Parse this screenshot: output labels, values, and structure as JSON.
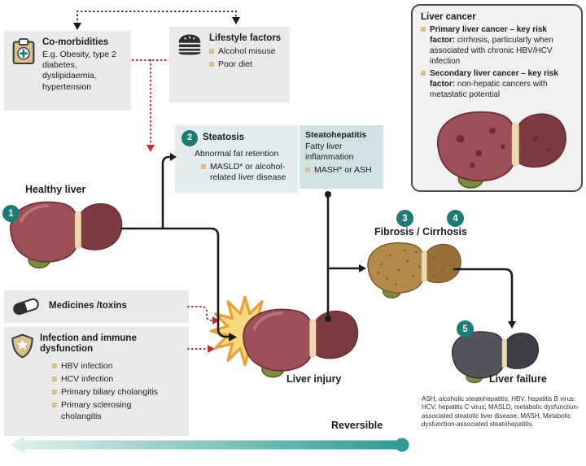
{
  "colors": {
    "ink": "#1b1b1b",
    "box-gray": "#eaeaea",
    "box-teal-1": "#e3edee",
    "box-teal-2": "#cfe2e4",
    "circle-teal": "#1d7a77",
    "red": "#c22b33",
    "bullet-tan": "#d8c08c",
    "rev-light": "#e2f1ee",
    "rev-dark": "#2f9b94",
    "liver-main": "#9e5057",
    "liver-dark": "#7c3a41",
    "liver-edge": "#6b3238",
    "liver-band": "#ecd9ae",
    "liver-highlight": "#c98f93",
    "gallbladder": "#7f8d3e",
    "gallbladder-dark": "#5a6628",
    "fibrosis-main": "#b28a4b",
    "fibrosis-dark": "#97703a",
    "fibrosis-edge": "#7c5a2b",
    "fibrosis-speckle": "#7a592c",
    "failure-main": "#54535b",
    "failure-dark": "#3f3e46",
    "failure-edge": "#2e2d33",
    "burst-fill": "#f8d97e",
    "burst-stroke": "#e8a13c",
    "cancer-spot": "#6b2f35"
  },
  "boxes": {
    "comorbidities": {
      "title": "Co-morbidities",
      "body": "E.g. Obesity, type 2 diabetes, dyslipidaemia, hypertension"
    },
    "lifestyle": {
      "title": "Lifestyle factors",
      "items": [
        "Alcohol misuse",
        "Poor diet"
      ]
    },
    "liver_cancer": {
      "title": "Liver cancer",
      "items": [
        {
          "bold": "Primary liver cancer – key risk factor:",
          "rest": " cirrhosis, particularly when associated with chronic HBV/HCV infection"
        },
        {
          "bold": "Secondary liver cancer – key risk factor:",
          "rest": " non-hepatic cancers with metastatic potential"
        }
      ]
    },
    "steatosis": {
      "number": "2",
      "title": "Steatosis",
      "subtitle": "Abnormal fat retention",
      "items": [
        "MASLD* or alcohol-related liver disease"
      ]
    },
    "steatohepatitis": {
      "title": "Steatohepatitis",
      "subtitle": "Fatty liver inflammation",
      "items": [
        "MASH* or ASH"
      ]
    },
    "medicines": {
      "title": "Medicines /toxins"
    },
    "infection": {
      "title": "Infection and immune dysfunction",
      "items": [
        "HBV infection",
        "HCV infection",
        "Primary biliary cholangitis",
        "Primary sclerosing cholangitis"
      ]
    }
  },
  "stages": {
    "healthy": {
      "number": "1",
      "label": "Healthy liver"
    },
    "injury": {
      "label": "Liver injury"
    },
    "fibrosis": {
      "number_a": "3",
      "number_b": "4",
      "label": "Fibrosis / Cirrhosis"
    },
    "failure": {
      "number": "5",
      "label": "Liver failure"
    }
  },
  "reversible": {
    "label": "Reversible"
  },
  "footnote": "ASH, alcoholic steatohepatitis; HBV, hepatitis B virus; HCV, hepatitis C virus; MASLD, metabolic dysfunction-associated steatotic liver disease; MASH, Metabolic dysfunction-associated steatohepatitis."
}
